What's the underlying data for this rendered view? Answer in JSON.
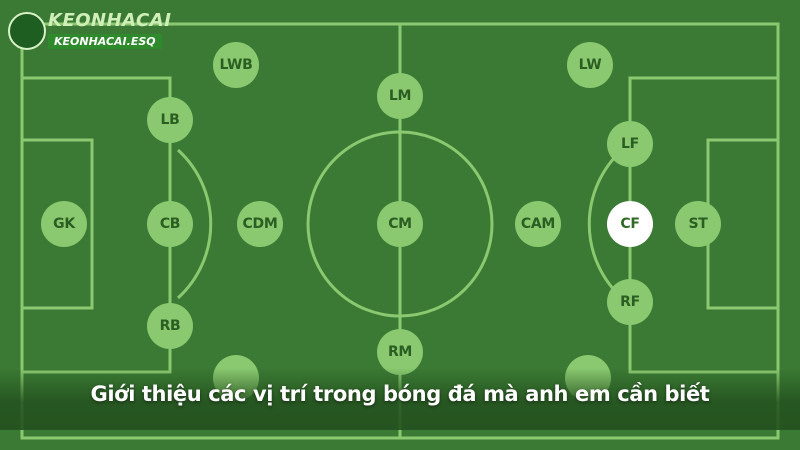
{
  "logo": {
    "brand": "KEONHACAI",
    "tagline": "KEONHACAI.ESQ"
  },
  "positions": {
    "lwb": "LWB",
    "lb": "LB",
    "gk": "GK",
    "cb": "CB",
    "cdm": "CDM",
    "rb": "RB",
    "lm": "LM",
    "cm": "CM",
    "rm": "RM",
    "lw": "LW",
    "lf": "LF",
    "cam": "CAM",
    "cf": "CF",
    "st": "ST",
    "rf": "RF"
  },
  "caption": "Giới thiệu các vị trí trong bóng đá mà anh em cần biết",
  "colors": {
    "pitch": "#3b7a34",
    "line": "#8ac96f",
    "marker": "#8ac96f",
    "marker_active": "#ffffff"
  }
}
